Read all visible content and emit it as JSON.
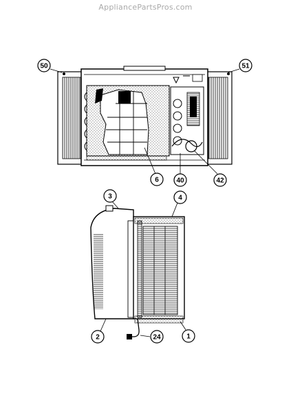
{
  "watermark": "AppliancePartsPros.com",
  "callouts": {
    "c50": "50",
    "c51": "51",
    "c6": "6",
    "c40": "40",
    "c42": "42",
    "c3": "3",
    "c4": "4",
    "c2": "2",
    "c24": "24",
    "c1": "1"
  },
  "colors": {
    "ink": "#000000",
    "watermark": "#a9a9a9",
    "background": "#ffffff"
  }
}
